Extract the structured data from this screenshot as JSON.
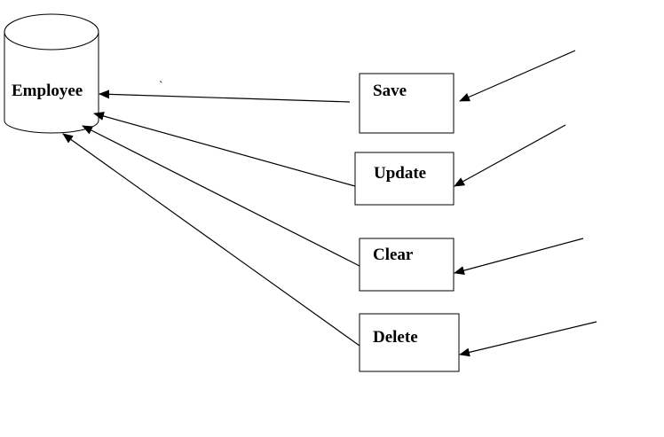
{
  "datastore": {
    "label": "Employee"
  },
  "actions": [
    {
      "id": "save",
      "label": "Save"
    },
    {
      "id": "update",
      "label": "Update"
    },
    {
      "id": "clear",
      "label": "Clear"
    },
    {
      "id": "delete",
      "label": "Delete"
    }
  ],
  "stray_mark": "`",
  "colors": {
    "stroke": "#000000",
    "background": "#ffffff"
  }
}
